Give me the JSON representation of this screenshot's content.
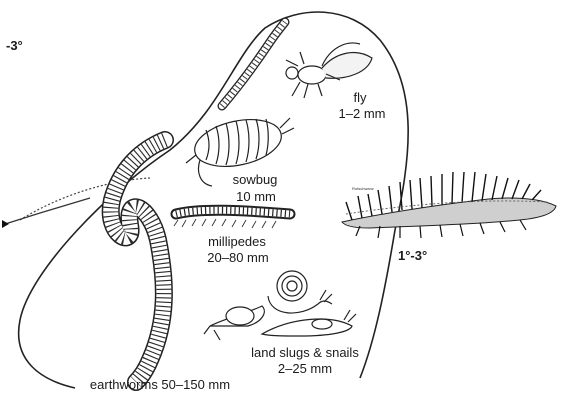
{
  "page": {
    "temperature_labels": {
      "top_left": "-3°",
      "right": "1°-3°"
    },
    "organisms": [
      {
        "name": "fly",
        "size": "1–2 mm",
        "icon": "fly-icon"
      },
      {
        "name": "sowbug",
        "size": "10 mm",
        "icon": "sowbug-icon"
      },
      {
        "name": "millipedes",
        "size": "20–80 mm",
        "icon": "millipede-icon"
      },
      {
        "name": "land slugs & snails",
        "size": "2–25 mm",
        "icon": "snail-slug-icon"
      },
      {
        "name": "earthworms 50–150 mm",
        "size": "",
        "icon": "earthworm-icon"
      }
    ],
    "inset": {
      "icon": "bristle-worm-icon",
      "caption_small": "Rotschwanz"
    }
  }
}
